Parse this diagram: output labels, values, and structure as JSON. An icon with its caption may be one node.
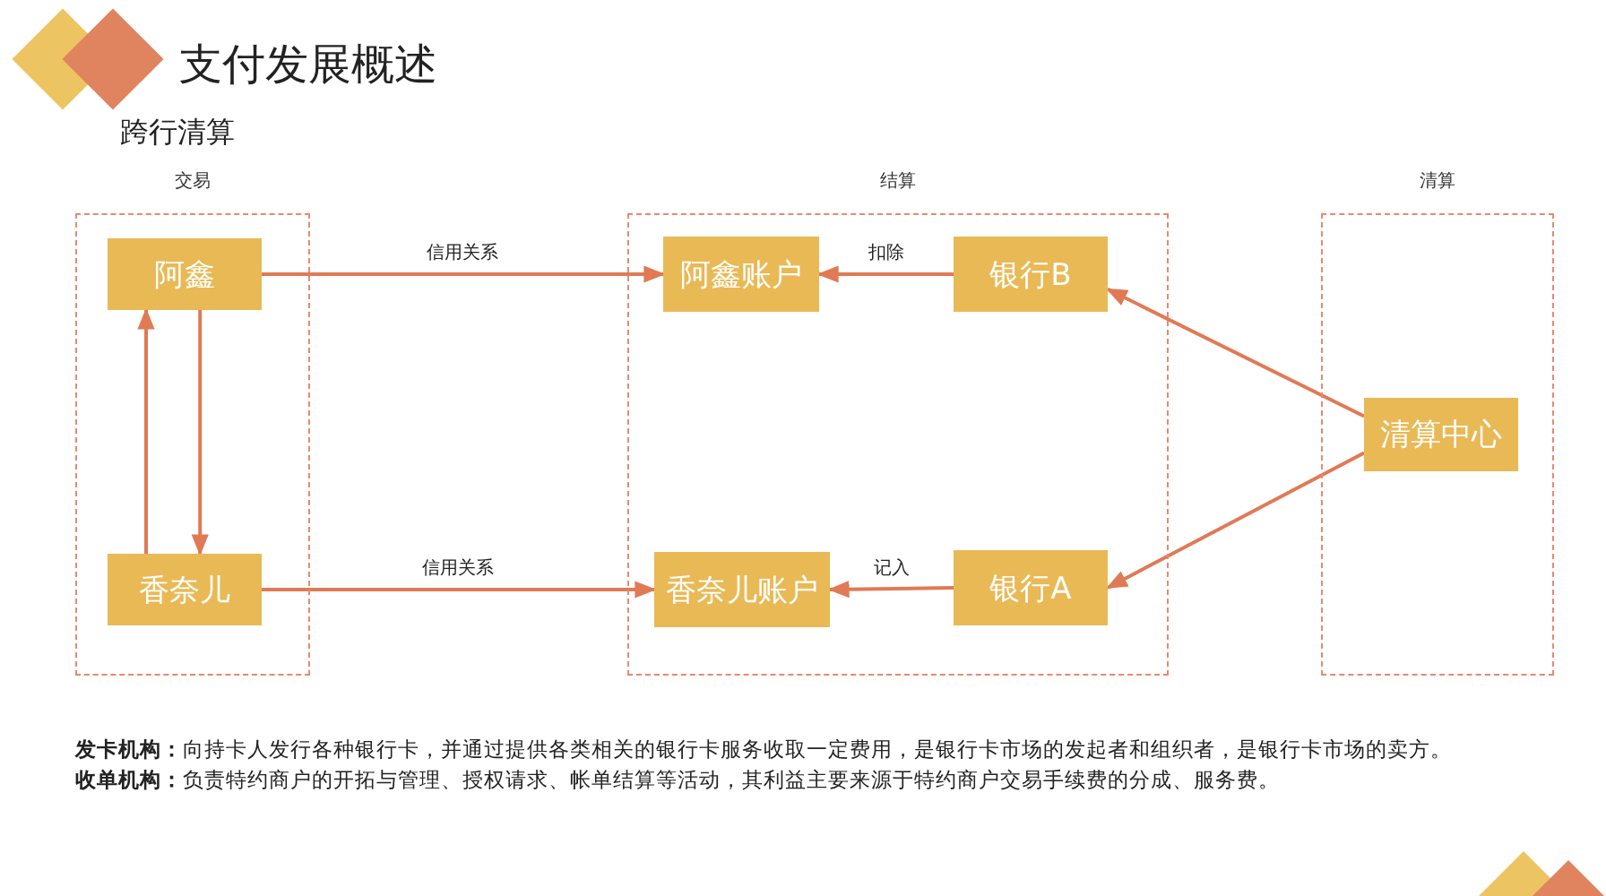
{
  "diagram": {
    "title": "支付发展概述",
    "nodes": [
      {
        "text": [
          "交易"
        ]
      },
      {
        "text": [
          "阿鑫"
        ],
        "in": 0
      },
      {
        "text": [
          "香奈儿"
        ],
        "in": 0
      },
      {
        "text": [
          "结算"
        ]
      },
      {
        "text": [
          "阿鑫账户"
        ],
        "in": 3
      },
      {
        "text": [
          "银行B"
        ],
        "in": 3
      },
      {
        "text": [
          "香奈儿账户"
        ],
        "in": 3
      },
      {
        "text": [
          "银行A"
        ],
        "in": 3
      },
      {
        "text": [
          "清算"
        ]
      },
      {
        "text": [
          "清算中心"
        ],
        "in": 8
      }
    ],
    "edges": [
      {
        "from": 1,
        "to": 4,
        "arrow": "to",
        "label": "信用关系"
      },
      {
        "from": 2,
        "to": 6,
        "arrow": "to",
        "label": "信用关系"
      },
      {
        "from": 2,
        "to": 1,
        "arrow": "to"
      },
      {
        "from": 1,
        "to": 2,
        "arrow": "to"
      },
      {
        "from": 5,
        "to": 4,
        "arrow": "to",
        "label": "扣除"
      },
      {
        "from": 7,
        "to": 6,
        "arrow": "to",
        "label": "记入"
      },
      {
        "from": 9,
        "to": 5,
        "arrow": "to"
      },
      {
        "from": 9,
        "to": 7,
        "arrow": "to"
      }
    ],
    "labels": [
      "跨行清算",
      "**发卡机构：**向持卡人发行各种银行卡，并通过提供各类相关的银行卡服务收取一定费用，是银行卡市场的发起者和组织者，是银行卡市场的卖方。",
      "**收单机构：**负责特约商户的开拓与管理、授权请求、帐单结算等活动，其利益主要来源于特约商户交易手续费的分成、服务费。"
    ]
  }
}
